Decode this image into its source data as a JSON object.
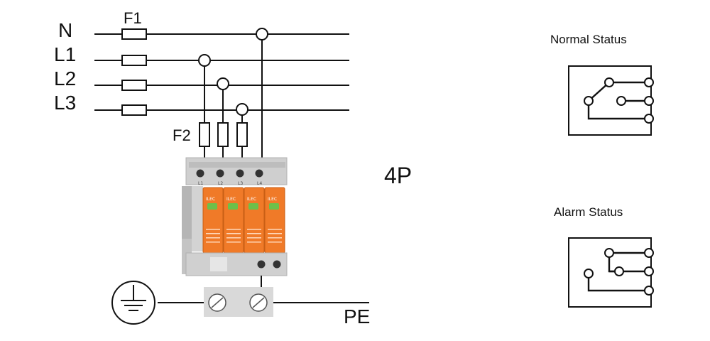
{
  "lines": [
    {
      "name": "N"
    },
    {
      "name": "L1"
    },
    {
      "name": "L2"
    },
    {
      "name": "L3"
    }
  ],
  "fuse_main_label": "F1",
  "fuse_branch_label": "F2",
  "pole_label": "4P",
  "pe_label": "PE",
  "normal_status_label": "Normal Status",
  "alarm_status_label": "Alarm Status",
  "device": {
    "brand": "ILEC",
    "terminals": [
      "L1",
      "L2",
      "L3",
      "L4"
    ],
    "colors": {
      "body": "#c9c9c9",
      "module": "#f07a28",
      "indicator": "#6cc04a"
    }
  }
}
